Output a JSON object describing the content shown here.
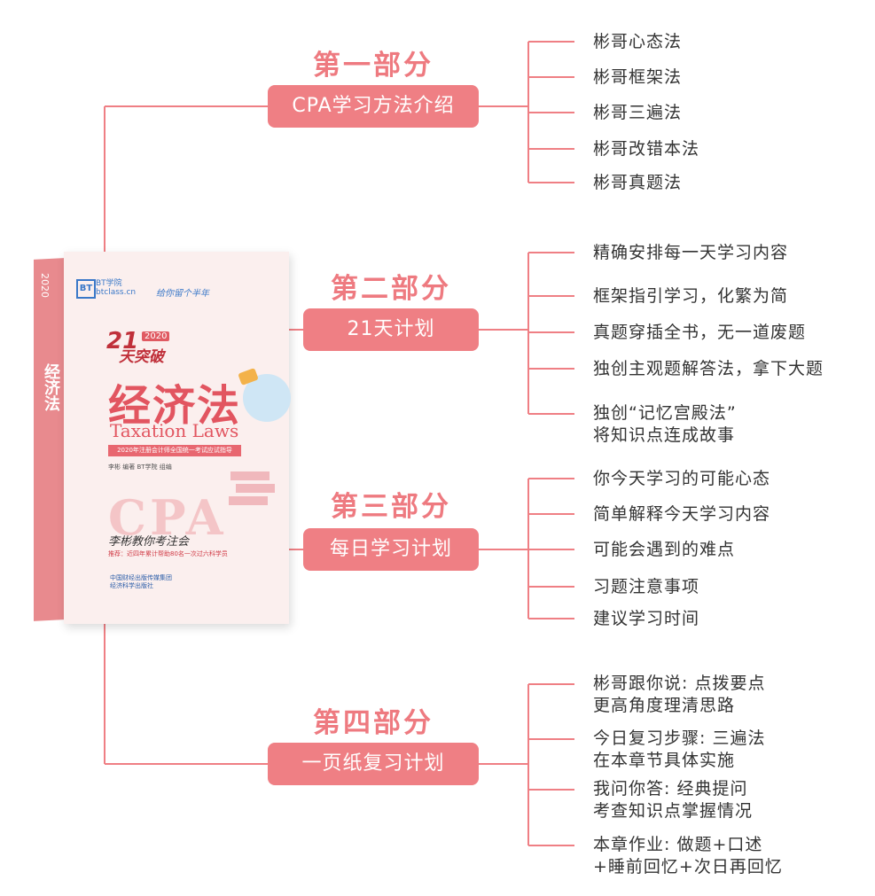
{
  "colors": {
    "accent": "#ef7f84",
    "title": "#ee7a80",
    "line": "#ef7f84",
    "text": "#333333"
  },
  "parts": [
    {
      "title": "第一部分",
      "pill": "CPA学习方法介绍",
      "items": [
        [
          "彬哥心态法"
        ],
        [
          "彬哥框架法"
        ],
        [
          "彬哥三遍法"
        ],
        [
          "彬哥改错本法"
        ],
        [
          "彬哥真题法"
        ]
      ]
    },
    {
      "title": "第二部分",
      "pill": "21天计划",
      "items": [
        [
          "精确安排每一天学习内容"
        ],
        [
          "框架指引学习，化繁为简"
        ],
        [
          "真题穿插全书，无一道废题"
        ],
        [
          "独创主观题解答法，拿下大题"
        ],
        [
          "独创“记忆宫殿法”",
          "将知识点连成故事"
        ]
      ]
    },
    {
      "title": "第三部分",
      "pill": "每日学习计划",
      "items": [
        [
          "你今天学习的可能心态"
        ],
        [
          "简单解释今天学习内容"
        ],
        [
          "可能会遇到的难点"
        ],
        [
          "习题注意事项"
        ],
        [
          "建议学习时间"
        ]
      ]
    },
    {
      "title": "第四部分",
      "pill": "一页纸复习计划",
      "items": [
        [
          "彬哥跟你说: 点拨要点",
          "更高角度理清思路"
        ],
        [
          "今日复习步骤: 三遍法",
          "在本章节具体实施"
        ],
        [
          "我问你答: 经典提问",
          "考查知识点掌握情况"
        ],
        [
          "本章作业: 做题+口述",
          "+睡前回忆+次日再回忆"
        ]
      ]
    }
  ],
  "book": {
    "spine_year": "2020",
    "spine_title": "经济法",
    "logo": "BT",
    "logo_text_1": "BT学院",
    "logo_text_2": "btclass.cn",
    "slogan": "给你留个半年",
    "days": "21",
    "days_sub": "天突破",
    "year_tag": "2020",
    "title": "经济法",
    "title_en": "Taxation Laws",
    "band": "2020年注册会计师全国统一考试应试指导",
    "authors": "李彬 编著  BT学院 组编",
    "cpa": "CPA",
    "sign": "李彬教你考注会",
    "recommend": "推荐：近四年累计帮助80名一次过六科学员",
    "publisher_1": "中国财经出版传媒集团",
    "publisher_2": "经济科学出版社"
  }
}
